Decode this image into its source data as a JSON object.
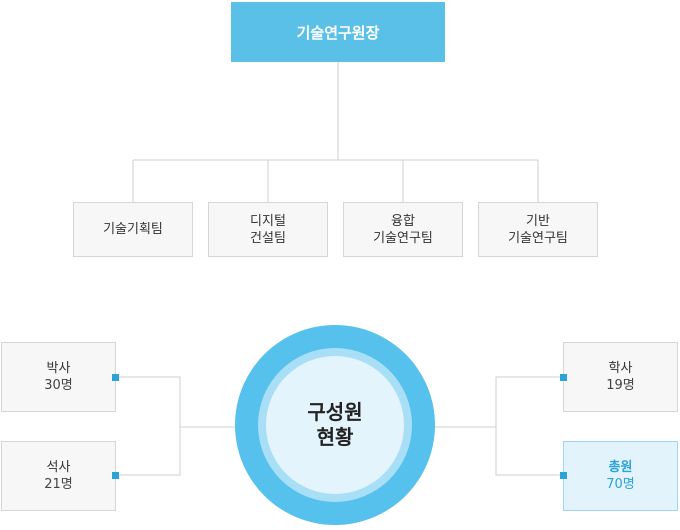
{
  "org": {
    "head": "기술연구원장",
    "teams": [
      {
        "lines": [
          "기술기획팀"
        ]
      },
      {
        "lines": [
          "디지털",
          "건설팀"
        ]
      },
      {
        "lines": [
          "융합",
          "기술연구팀"
        ]
      },
      {
        "lines": [
          "기반",
          "기술연구팀"
        ]
      }
    ]
  },
  "members": {
    "center": {
      "line1": "구성원",
      "line2": "현황"
    },
    "doctor": {
      "label": "박사",
      "count": "30명"
    },
    "master": {
      "label": "석사",
      "count": "21명"
    },
    "bachelor": {
      "label": "학사",
      "count": "19명"
    },
    "total": {
      "label": "총원",
      "count": "70명"
    }
  },
  "colors": {
    "accent": "#5bc0e8",
    "accent_dark": "#2aa3d8",
    "box_fill": "#f7f7f7",
    "box_border": "#d6d6d6"
  }
}
